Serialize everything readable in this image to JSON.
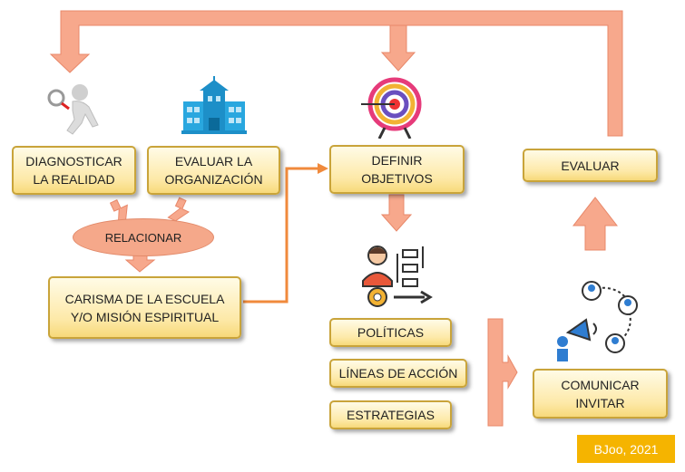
{
  "boxes": {
    "diagnosticar": "DIAGNOSTICAR\nLA REALIDAD",
    "evaluar_org": "EVALUAR LA\nORGANIZACIÓN",
    "definir": "DEFINIR\nOBJETIVOS",
    "evaluar": "EVALUAR",
    "carisma": "CARISMA DE LA ESCUELA\nY/O MISIÓN ESPIRITUAL",
    "politicas": "POLÍTICAS",
    "lineas": "LÍNEAS DE ACCIÓN",
    "estrategias": "ESTRATEGIAS",
    "comunicar": "COMUNICAR\nINVITAR"
  },
  "ellipse": "RELACIONAR",
  "credit": "BJoo, 2021",
  "icons": [
    "magnifier-person-icon",
    "school-building-icon",
    "target-icon",
    "planning-person-icon",
    "megaphone-network-icon"
  ],
  "colors": {
    "arrow": "#f7a88c",
    "arrow_stroke": "#e8886a",
    "connector": "#f08a3c",
    "box_border": "#c9a43a",
    "credit_bg": "#f5b400"
  }
}
